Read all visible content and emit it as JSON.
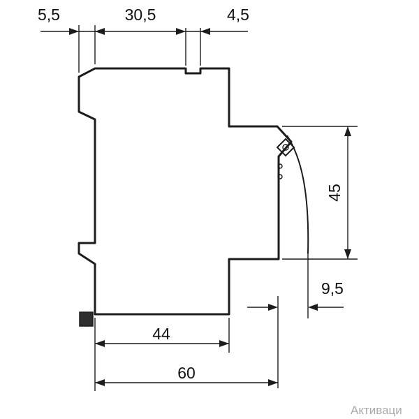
{
  "drawing": {
    "colors": {
      "line": "#1c1c1c",
      "background": "#ffffff",
      "watermark": "#a9a9a9",
      "clip_fill": "#2e2e2e"
    },
    "dimensions": {
      "rear_clip_depth": {
        "label": "5,5"
      },
      "rear_body_depth": {
        "label": "30,5"
      },
      "top_step": {
        "label": "4,5"
      },
      "front_height": {
        "label": "45"
      },
      "front_bulge": {
        "label": "9,5"
      },
      "depth_to_panel": {
        "label": "44"
      },
      "overall_depth": {
        "label": "60"
      }
    },
    "watermark": {
      "text": "Активаци"
    }
  }
}
